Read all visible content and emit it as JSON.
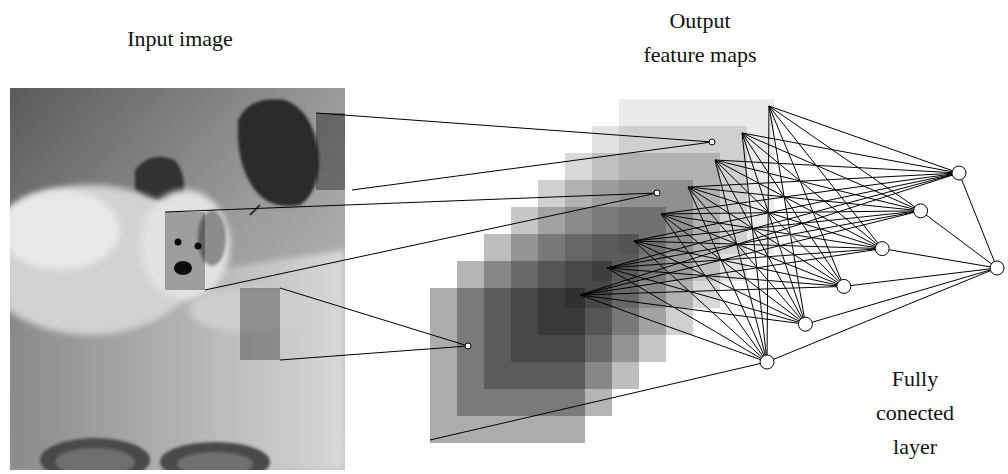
{
  "diagram": {
    "labels": [
      "Input image",
      "Output feature maps",
      "Fully conected layer"
    ]
  }
}
